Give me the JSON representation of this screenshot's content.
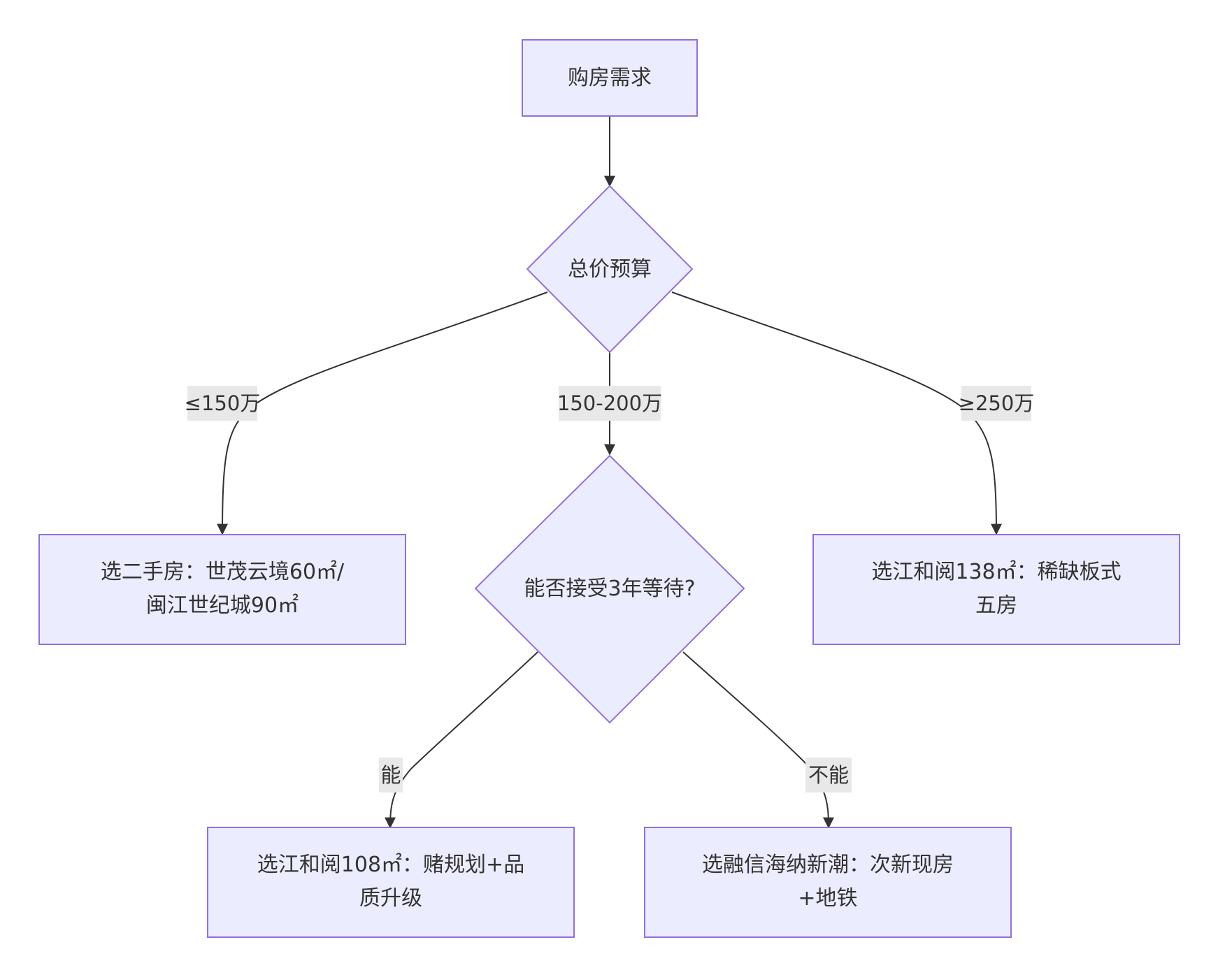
{
  "nodes": {
    "start": {
      "label": "购房需求"
    },
    "budget": {
      "label": "总价预算"
    },
    "wait": {
      "label": "能否接受3年等待?"
    },
    "second_hand": {
      "line1": "选二手房：世茂云境60㎡/",
      "line2": "闽江世纪城90㎡"
    },
    "jhy138": {
      "line1": "选江和阅138㎡：稀缺板式",
      "line2": "五房"
    },
    "jhy108": {
      "line1": "选江和阅108㎡：赌规划+品",
      "line2": "质升级"
    },
    "rongxin": {
      "line1": "选融信海纳新潮：次新现房",
      "line2": "+地铁"
    }
  },
  "edges": {
    "low": {
      "label": "≤150万"
    },
    "mid": {
      "label": "150-200万"
    },
    "high": {
      "label": "≥250万"
    },
    "yes": {
      "label": "能"
    },
    "no": {
      "label": "不能"
    }
  }
}
